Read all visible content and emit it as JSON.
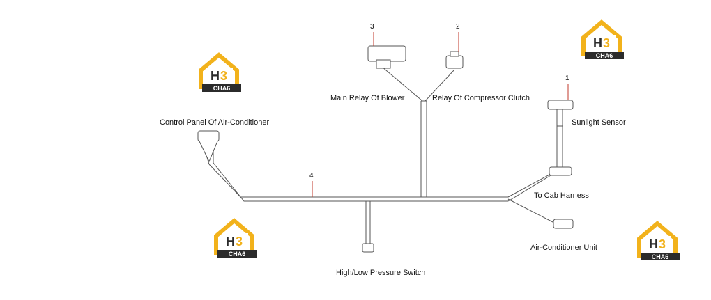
{
  "diagram": {
    "labels": {
      "main_relay_blower": "Main Relay Of Blower",
      "relay_compressor_clutch": "Relay Of Compressor Clutch",
      "control_panel": "Control Panel Of Air-Conditioner",
      "sunlight_sensor": "Sunlight Sensor",
      "to_cab_harness": "To Cab Harness",
      "ac_unit": "Air-Conditioner Unit",
      "pressure_switch": "High/Low Pressure Switch"
    },
    "callouts": {
      "sunlight_sensor": "1",
      "compressor_relay": "2",
      "blower_relay": "3",
      "harness": "4"
    },
    "colors": {
      "wire": "#555555",
      "callout_line": "#c0392b",
      "logo_yellow": "#f2b21b",
      "logo_dark": "#2b2b2b"
    }
  },
  "watermark": {
    "logo_text_top": "H3",
    "logo_text_bottom": "CHA6"
  }
}
